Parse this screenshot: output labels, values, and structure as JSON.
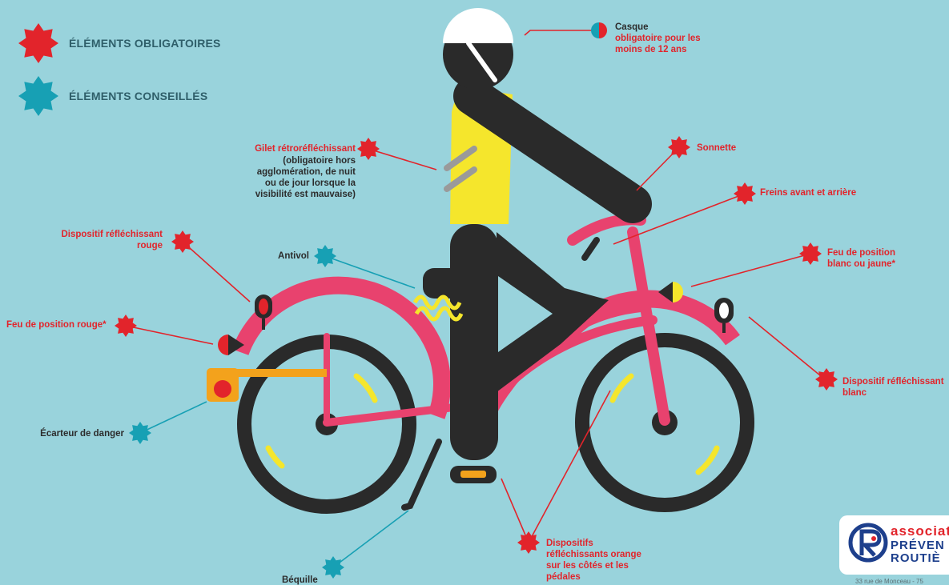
{
  "legend": {
    "mandatory": "ÉLÉMENTS OBLIGATOIRES",
    "recommended": "ÉLÉMENTS CONSEILLÉS"
  },
  "labels": {
    "helmet_title": "Casque",
    "helmet_note_1": "obligatoire pour les",
    "helmet_note_2": "moins de 12 ans",
    "vest_title": "Gilet rétroréfléchissant",
    "vest_note_1": "(obligatoire hors",
    "vest_note_2": "agglomération, de nuit",
    "vest_note_3": "ou de jour lorsque la",
    "vest_note_4": "visibilité est mauvaise)",
    "bell": "Sonnette",
    "brakes": "Freins avant et arrière",
    "front_light_1": "Feu de position",
    "front_light_2": "blanc ou jaune*",
    "rear_reflector_1": "Dispositif réfléchissant",
    "rear_reflector_2": "rouge",
    "lock": "Antivol",
    "rear_light": "Feu de position rouge*",
    "front_reflector_1": "Dispositif réfléchissant",
    "front_reflector_2": "blanc",
    "spacer": "Écarteur de danger",
    "pedal_reflectors_1": "Dispositifs",
    "pedal_reflectors_2": "réfléchissants orange",
    "pedal_reflectors_3": "sur les côtés et les",
    "pedal_reflectors_4": "pédales",
    "kickstand": "Béquille"
  },
  "logo": {
    "line1": "associat",
    "line2": "PRÉVEN",
    "line3": "ROUTIÈ",
    "footnote": "33 rue de Monceau - 75"
  },
  "colors": {
    "background": "#99d3dc",
    "mandatory": "#e2242b",
    "recommended": "#17a0b4",
    "frame": "#e8426e",
    "vest": "#f5e62c",
    "body": "#2a2a2a",
    "reflector_orange": "#f3a21c"
  }
}
